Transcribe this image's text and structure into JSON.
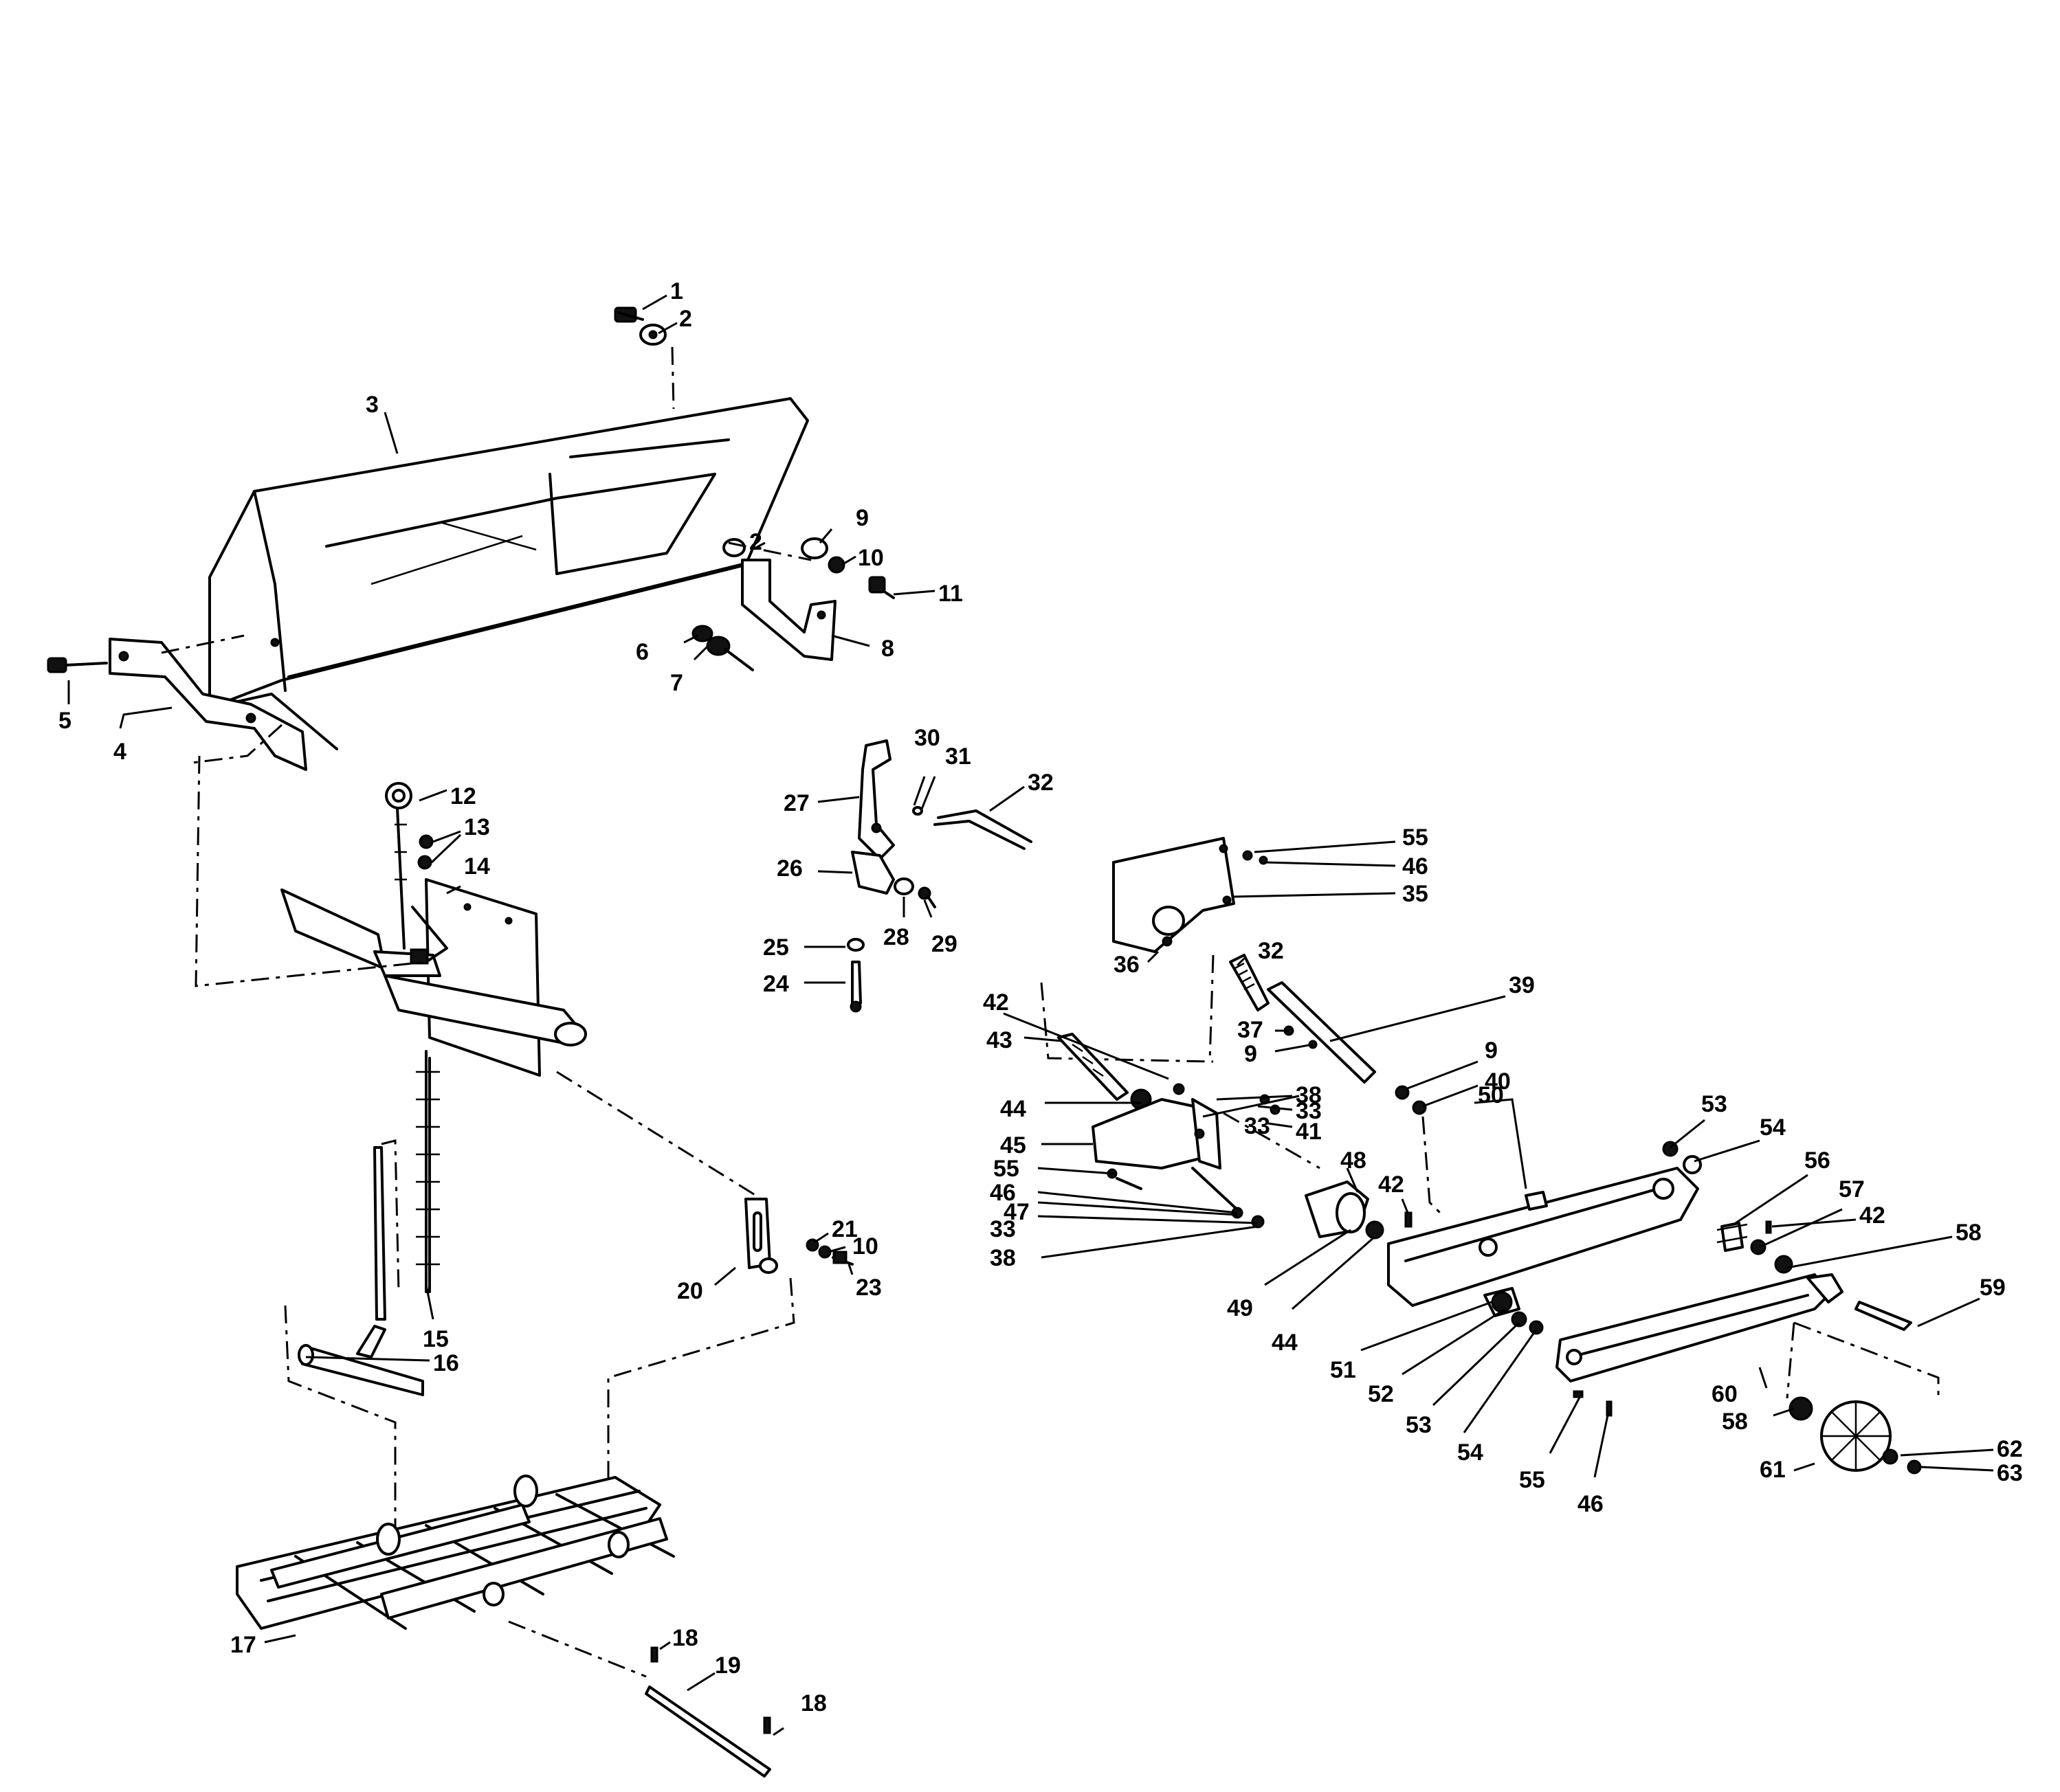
{
  "diagram": {
    "callouts": [
      {
        "id": "c1",
        "text": "1"
      },
      {
        "id": "c2a",
        "text": "2"
      },
      {
        "id": "c3",
        "text": "3"
      },
      {
        "id": "c2b",
        "text": "2"
      },
      {
        "id": "c9a",
        "text": "9"
      },
      {
        "id": "c10a",
        "text": "10"
      },
      {
        "id": "c11",
        "text": "11"
      },
      {
        "id": "c6",
        "text": "6"
      },
      {
        "id": "c7",
        "text": "7"
      },
      {
        "id": "c8",
        "text": "8"
      },
      {
        "id": "c5",
        "text": "5"
      },
      {
        "id": "c4",
        "text": "4"
      },
      {
        "id": "c12",
        "text": "12"
      },
      {
        "id": "c13",
        "text": "13"
      },
      {
        "id": "c14",
        "text": "14"
      },
      {
        "id": "c15",
        "text": "15"
      },
      {
        "id": "c16",
        "text": "16"
      },
      {
        "id": "c17",
        "text": "17"
      },
      {
        "id": "c18a",
        "text": "18"
      },
      {
        "id": "c19",
        "text": "19"
      },
      {
        "id": "c18b",
        "text": "18"
      },
      {
        "id": "c20",
        "text": "20"
      },
      {
        "id": "c21",
        "text": "21"
      },
      {
        "id": "c10b",
        "text": "10"
      },
      {
        "id": "c23",
        "text": "23"
      },
      {
        "id": "c24",
        "text": "24"
      },
      {
        "id": "c25",
        "text": "25"
      },
      {
        "id": "c26",
        "text": "26"
      },
      {
        "id": "c27",
        "text": "27"
      },
      {
        "id": "c28",
        "text": "28"
      },
      {
        "id": "c29",
        "text": "29"
      },
      {
        "id": "c30",
        "text": "30"
      },
      {
        "id": "c31",
        "text": "31"
      },
      {
        "id": "c32a",
        "text": "32"
      },
      {
        "id": "c55a",
        "text": "55"
      },
      {
        "id": "c46a",
        "text": "46"
      },
      {
        "id": "c35",
        "text": "35"
      },
      {
        "id": "c36",
        "text": "36"
      },
      {
        "id": "c32b",
        "text": "32"
      },
      {
        "id": "c39",
        "text": "39"
      },
      {
        "id": "c42a",
        "text": "42"
      },
      {
        "id": "c43",
        "text": "43"
      },
      {
        "id": "c37",
        "text": "37"
      },
      {
        "id": "c9b",
        "text": "9"
      },
      {
        "id": "c9c",
        "text": "9"
      },
      {
        "id": "c40",
        "text": "40"
      },
      {
        "id": "c50",
        "text": "50"
      },
      {
        "id": "c44a",
        "text": "44"
      },
      {
        "id": "c38a",
        "text": "38"
      },
      {
        "id": "c33a",
        "text": "33"
      },
      {
        "id": "c33b",
        "text": "33"
      },
      {
        "id": "c41",
        "text": "41"
      },
      {
        "id": "c45",
        "text": "45"
      },
      {
        "id": "c55b",
        "text": "55"
      },
      {
        "id": "c46b",
        "text": "46"
      },
      {
        "id": "c47",
        "text": "47"
      },
      {
        "id": "c33c",
        "text": "33"
      },
      {
        "id": "c38b",
        "text": "38"
      },
      {
        "id": "c48",
        "text": "48"
      },
      {
        "id": "c42b",
        "text": "42"
      },
      {
        "id": "c49",
        "text": "49"
      },
      {
        "id": "c44b",
        "text": "44"
      },
      {
        "id": "c51",
        "text": "51"
      },
      {
        "id": "c52",
        "text": "52"
      },
      {
        "id": "c53a",
        "text": "53"
      },
      {
        "id": "c54a",
        "text": "54"
      },
      {
        "id": "c53b",
        "text": "53"
      },
      {
        "id": "c54b",
        "text": "54"
      },
      {
        "id": "c56",
        "text": "56"
      },
      {
        "id": "c57",
        "text": "57"
      },
      {
        "id": "c42c",
        "text": "42"
      },
      {
        "id": "c58a",
        "text": "58"
      },
      {
        "id": "c59",
        "text": "59"
      },
      {
        "id": "c60",
        "text": "60"
      },
      {
        "id": "c58b",
        "text": "58"
      },
      {
        "id": "c61",
        "text": "61"
      },
      {
        "id": "c62",
        "text": "62"
      },
      {
        "id": "c63",
        "text": "63"
      },
      {
        "id": "c55c",
        "text": "55"
      },
      {
        "id": "c46c",
        "text": "46"
      }
    ]
  }
}
